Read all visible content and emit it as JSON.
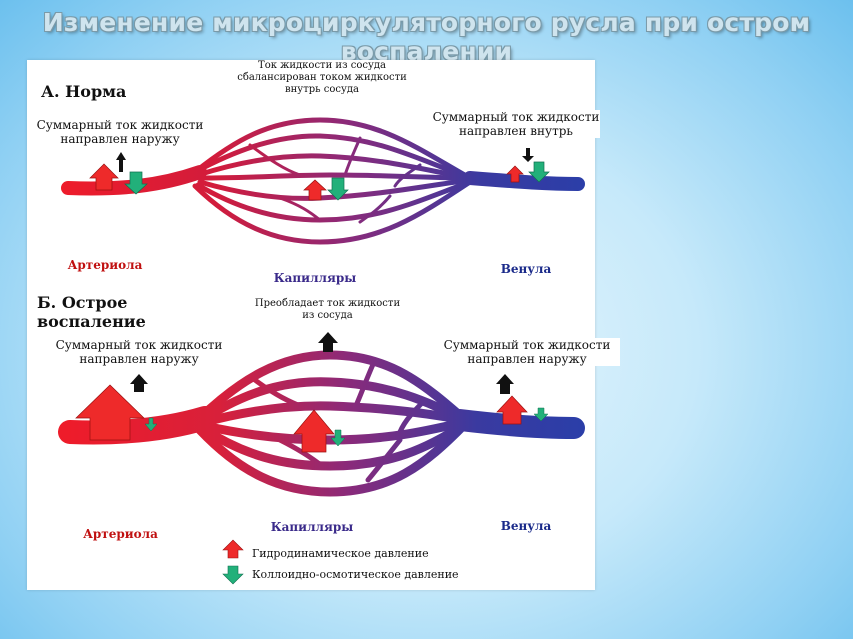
{
  "title": "Изменение микроциркуляторного русла при остром воспалении",
  "section_a": {
    "heading": "А. Норма",
    "left_note": "Суммарный ток жидкости направлен наружу",
    "top_note": "Ток жидкости из сосуда сбалансирован током жидкости внутрь сосуда",
    "right_note": "Суммарный ток жидкости направлен внутрь",
    "arteriole": "Артериола",
    "capillaries": "Капилляры",
    "venule": "Венула"
  },
  "section_b": {
    "heading": "Б. Острое воспаление",
    "top_note": "Преобладает ток жидкости из сосуда",
    "left_note": "Суммарный ток жидкости направлен наружу",
    "right_note": "Суммарный ток жидкости направлен наружу",
    "arteriole": "Артериола",
    "capillaries": "Капилляры",
    "venule": "Венула"
  },
  "legend": {
    "hydro": "Гидродинамическое давление",
    "oncotic": "Коллоидно-осмотическое давление"
  },
  "colors": {
    "arterial": "#ee1c2a",
    "venous": "#2b3ea8",
    "mid": "#8a2a7a",
    "hydro_arrow": "#ee2a2a",
    "oncotic_arrow": "#22b07a",
    "net_arrow": "#111111"
  },
  "icons": {
    "hydro": "red-up-arrow-icon",
    "oncotic": "green-down-arrow-icon",
    "net": "black-arrow-icon"
  }
}
